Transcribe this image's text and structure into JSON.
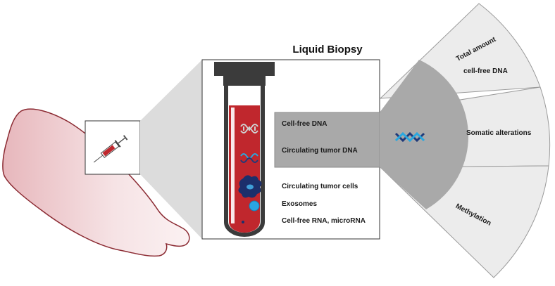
{
  "title": "Liquid Biopsy",
  "tube_labels": {
    "cfdna": "Cell-free DNA",
    "ctdna": "Circulating tumor DNA",
    "ctc": "Circulating tumor cells",
    "exosomes": "Exosomes",
    "rna": "Cell-free RNA, microRNA"
  },
  "analyses": {
    "total_amount_line1": "Total amount",
    "total_amount_line2": "cell-free DNA",
    "somatic": "Somatic alterations",
    "methylation": "Methylation"
  },
  "colors": {
    "blood": "#c0272d",
    "arm_edge": "#8b2a32",
    "fan_gray": "#a9a9a9",
    "fan_light": "#ececec",
    "dna_blue": "#29a8e0",
    "dna_navy": "#1f3a7a",
    "cell_navy": "#1c2f6b",
    "exosome_blue": "#2aa6e4"
  },
  "icons": [
    "arm-illustration",
    "syringe-icon",
    "blood-tube-icon",
    "dna-helix-icon",
    "tumor-cell-icon",
    "exosome-icon"
  ]
}
